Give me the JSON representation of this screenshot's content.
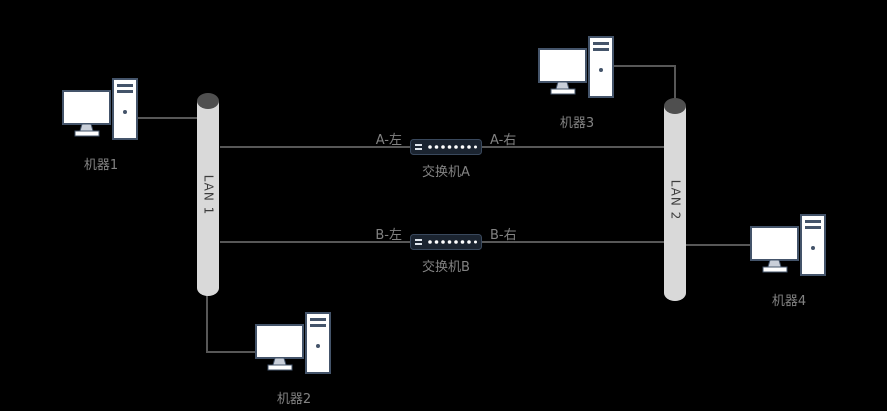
{
  "colors": {
    "background": "#000000",
    "wire": "#575757",
    "label": "#828282",
    "cylinder_body": "#d9d9d9",
    "cylinder_cap": "#4f4f4f",
    "pc_accent": "#44546a",
    "switch_body": "#1b2430"
  },
  "lans": [
    {
      "label": "LAN 1"
    },
    {
      "label": "LAN 2"
    }
  ],
  "machines": [
    {
      "label": "机器1"
    },
    {
      "label": "机器2"
    },
    {
      "label": "机器3"
    },
    {
      "label": "机器4"
    }
  ],
  "switches": [
    {
      "label": "交换机A",
      "left_port": "A-左",
      "right_port": "A-右"
    },
    {
      "label": "交换机B",
      "left_port": "B-左",
      "right_port": "B-右"
    }
  ]
}
